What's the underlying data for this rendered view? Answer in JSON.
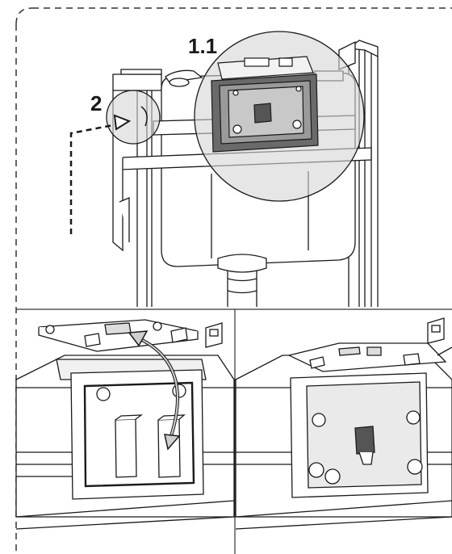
{
  "labels": {
    "step_1_1": "1.1",
    "step_2": "2"
  },
  "colors": {
    "line": "#1a1a1a",
    "tank_fill": "#ffffff",
    "magnifier_fill": "#d6d6d6",
    "panel_dark": "#5a5a5a",
    "dashed_border": "#333333"
  },
  "panels": [
    {
      "id": "top",
      "description_key": "frame-overview"
    },
    {
      "id": "bottom-left",
      "description_key": "plate-swap"
    },
    {
      "id": "bottom-right",
      "description_key": "plate-installed"
    }
  ]
}
